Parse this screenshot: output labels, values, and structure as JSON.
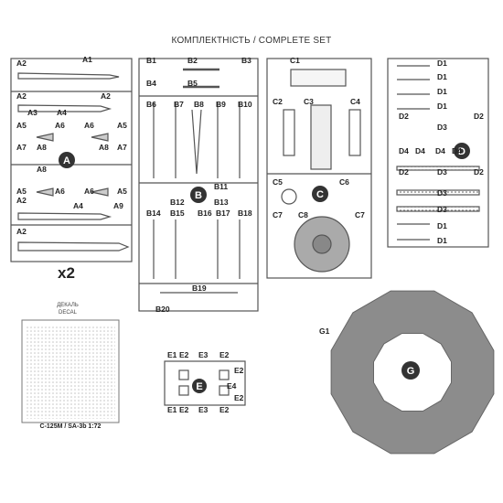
{
  "header": {
    "title": "КОМПЛЕКТНІСТЬ / COMPLETE SET"
  },
  "sprues": {
    "A": {
      "letter": "A",
      "multiplier": "x2",
      "labels": [
        "A1",
        "A2",
        "A2",
        "A3",
        "A4",
        "A2",
        "A5",
        "A6",
        "A6",
        "A5",
        "A7",
        "A8",
        "A8",
        "A7",
        "A8",
        "A5",
        "A6",
        "A6",
        "A5",
        "A2",
        "A4",
        "A9",
        "A2"
      ]
    },
    "B": {
      "letter": "B",
      "labels": [
        "B1",
        "B2",
        "B3",
        "B4",
        "B5",
        "B6",
        "B7",
        "B8",
        "B9",
        "B10",
        "B11",
        "B12",
        "B13",
        "B14",
        "B15",
        "B16",
        "B17",
        "B18",
        "B19",
        "B20"
      ]
    },
    "C": {
      "letter": "C",
      "labels": [
        "C1",
        "C2",
        "C3",
        "C4",
        "C5",
        "C6",
        "C7",
        "C8",
        "C7"
      ]
    },
    "D": {
      "letter": "D",
      "labels": [
        "D1",
        "D1",
        "D1",
        "D1",
        "D2",
        "D2",
        "D3",
        "D4",
        "D4",
        "D4",
        "D4",
        "D2",
        "D3",
        "D2",
        "D3",
        "D3",
        "D1",
        "D1"
      ]
    },
    "E": {
      "letter": "E",
      "labels": [
        "E1",
        "E2",
        "E3",
        "E2",
        "E2",
        "E4",
        "E2",
        "E1",
        "E2",
        "E3",
        "E2"
      ]
    },
    "G": {
      "letter": "G",
      "labels": [
        "G1"
      ]
    }
  },
  "decal": {
    "title_uk": "ДЕКАЛЬ",
    "title_en": "DECAL",
    "footer": "С-125М / SA-3b  1:72"
  }
}
